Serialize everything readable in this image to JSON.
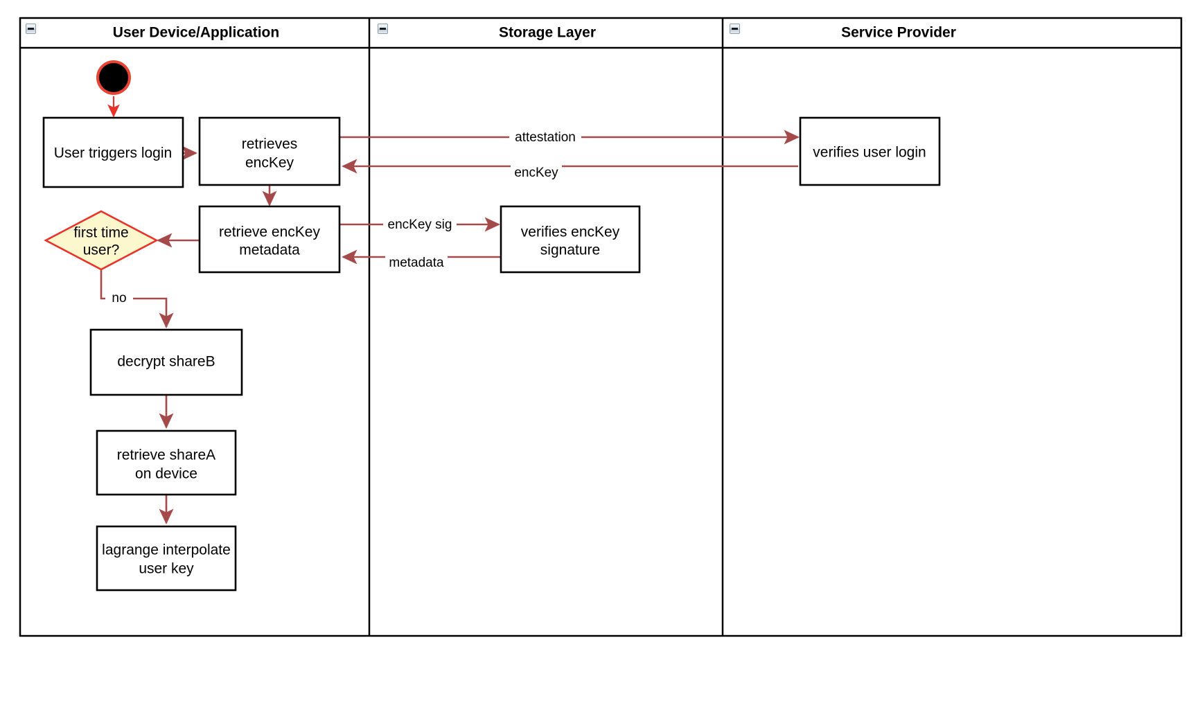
{
  "diagram": {
    "type": "swimlane-activity-diagram",
    "title": "",
    "lanes": [
      {
        "id": "user-device",
        "label": "User Device/Application",
        "collapse_icon": "collapse-minus-icon"
      },
      {
        "id": "storage-layer",
        "label": "Storage Layer",
        "collapse_icon": "collapse-minus-icon"
      },
      {
        "id": "service-provider",
        "label": "Service Provider",
        "collapse_icon": "collapse-minus-icon"
      }
    ],
    "nodes": [
      {
        "id": "start",
        "shape": "initial-node",
        "lane": "user-device",
        "label": ""
      },
      {
        "id": "user-triggers-login",
        "shape": "activity",
        "lane": "user-device",
        "label": "User triggers login"
      },
      {
        "id": "retrieves-enckey",
        "shape": "activity",
        "lane": "user-device",
        "label_line1": "retrieves",
        "label_line2": "encKey"
      },
      {
        "id": "retrieve-enckey-metadata",
        "shape": "activity",
        "lane": "user-device",
        "label_line1": "retrieve encKey",
        "label_line2": "metadata"
      },
      {
        "id": "first-time-user",
        "shape": "decision",
        "lane": "user-device",
        "label_line1": "first time",
        "label_line2": "user?"
      },
      {
        "id": "decrypt-shareb",
        "shape": "activity",
        "lane": "user-device",
        "label": "decrypt shareB"
      },
      {
        "id": "retrieve-sharea-on-device",
        "shape": "activity",
        "lane": "user-device",
        "label_line1": "retrieve shareA",
        "label_line2": "on device"
      },
      {
        "id": "lagrange-interpolate-user-key",
        "shape": "activity",
        "lane": "user-device",
        "label_line1": "lagrange interpolate",
        "label_line2": "user key"
      },
      {
        "id": "verifies-enckey-signature",
        "shape": "activity",
        "lane": "storage-layer",
        "label_line1": "verifies encKey",
        "label_line2": "signature"
      },
      {
        "id": "verifies-user-login",
        "shape": "activity",
        "lane": "service-provider",
        "label": "verifies user login"
      }
    ],
    "edges": [
      {
        "id": "start-to-login",
        "from": "start",
        "to": "user-triggers-login",
        "label": ""
      },
      {
        "id": "login-to-retrieves",
        "from": "user-triggers-login",
        "to": "retrieves-enckey",
        "label": ""
      },
      {
        "id": "retrieves-to-sp",
        "from": "retrieves-enckey",
        "to": "verifies-user-login",
        "label": "attestation"
      },
      {
        "id": "sp-to-retrieves",
        "from": "verifies-user-login",
        "to": "retrieves-enckey",
        "label": "encKey"
      },
      {
        "id": "retrieves-to-metadata",
        "from": "retrieves-enckey",
        "to": "retrieve-enckey-metadata",
        "label": ""
      },
      {
        "id": "metadata-to-verifies-sig",
        "from": "retrieve-enckey-metadata",
        "to": "verifies-enckey-signature",
        "label": "encKey sig"
      },
      {
        "id": "verifies-sig-to-metadata",
        "from": "verifies-enckey-signature",
        "to": "retrieve-enckey-metadata",
        "label": "metadata"
      },
      {
        "id": "metadata-to-decision",
        "from": "retrieve-enckey-metadata",
        "to": "first-time-user",
        "label": ""
      },
      {
        "id": "decision-to-decrypt",
        "from": "first-time-user",
        "to": "decrypt-shareb",
        "label": "no"
      },
      {
        "id": "decrypt-to-retrieve-sharea",
        "from": "decrypt-shareb",
        "to": "retrieve-sharea-on-device",
        "label": ""
      },
      {
        "id": "sharea-to-lagrange",
        "from": "retrieve-sharea-on-device",
        "to": "lagrange-interpolate-user-key",
        "label": ""
      }
    ],
    "colors": {
      "node_border": "#000000",
      "node_fill": "#ffffff",
      "decision_border": "#e8332a",
      "decision_fill": "#fdf7cd",
      "edge": "#a54a4a",
      "start_ring": "#ea4335",
      "start_fill": "#000000",
      "lane_border": "#000000",
      "background": "#ffffff"
    }
  }
}
